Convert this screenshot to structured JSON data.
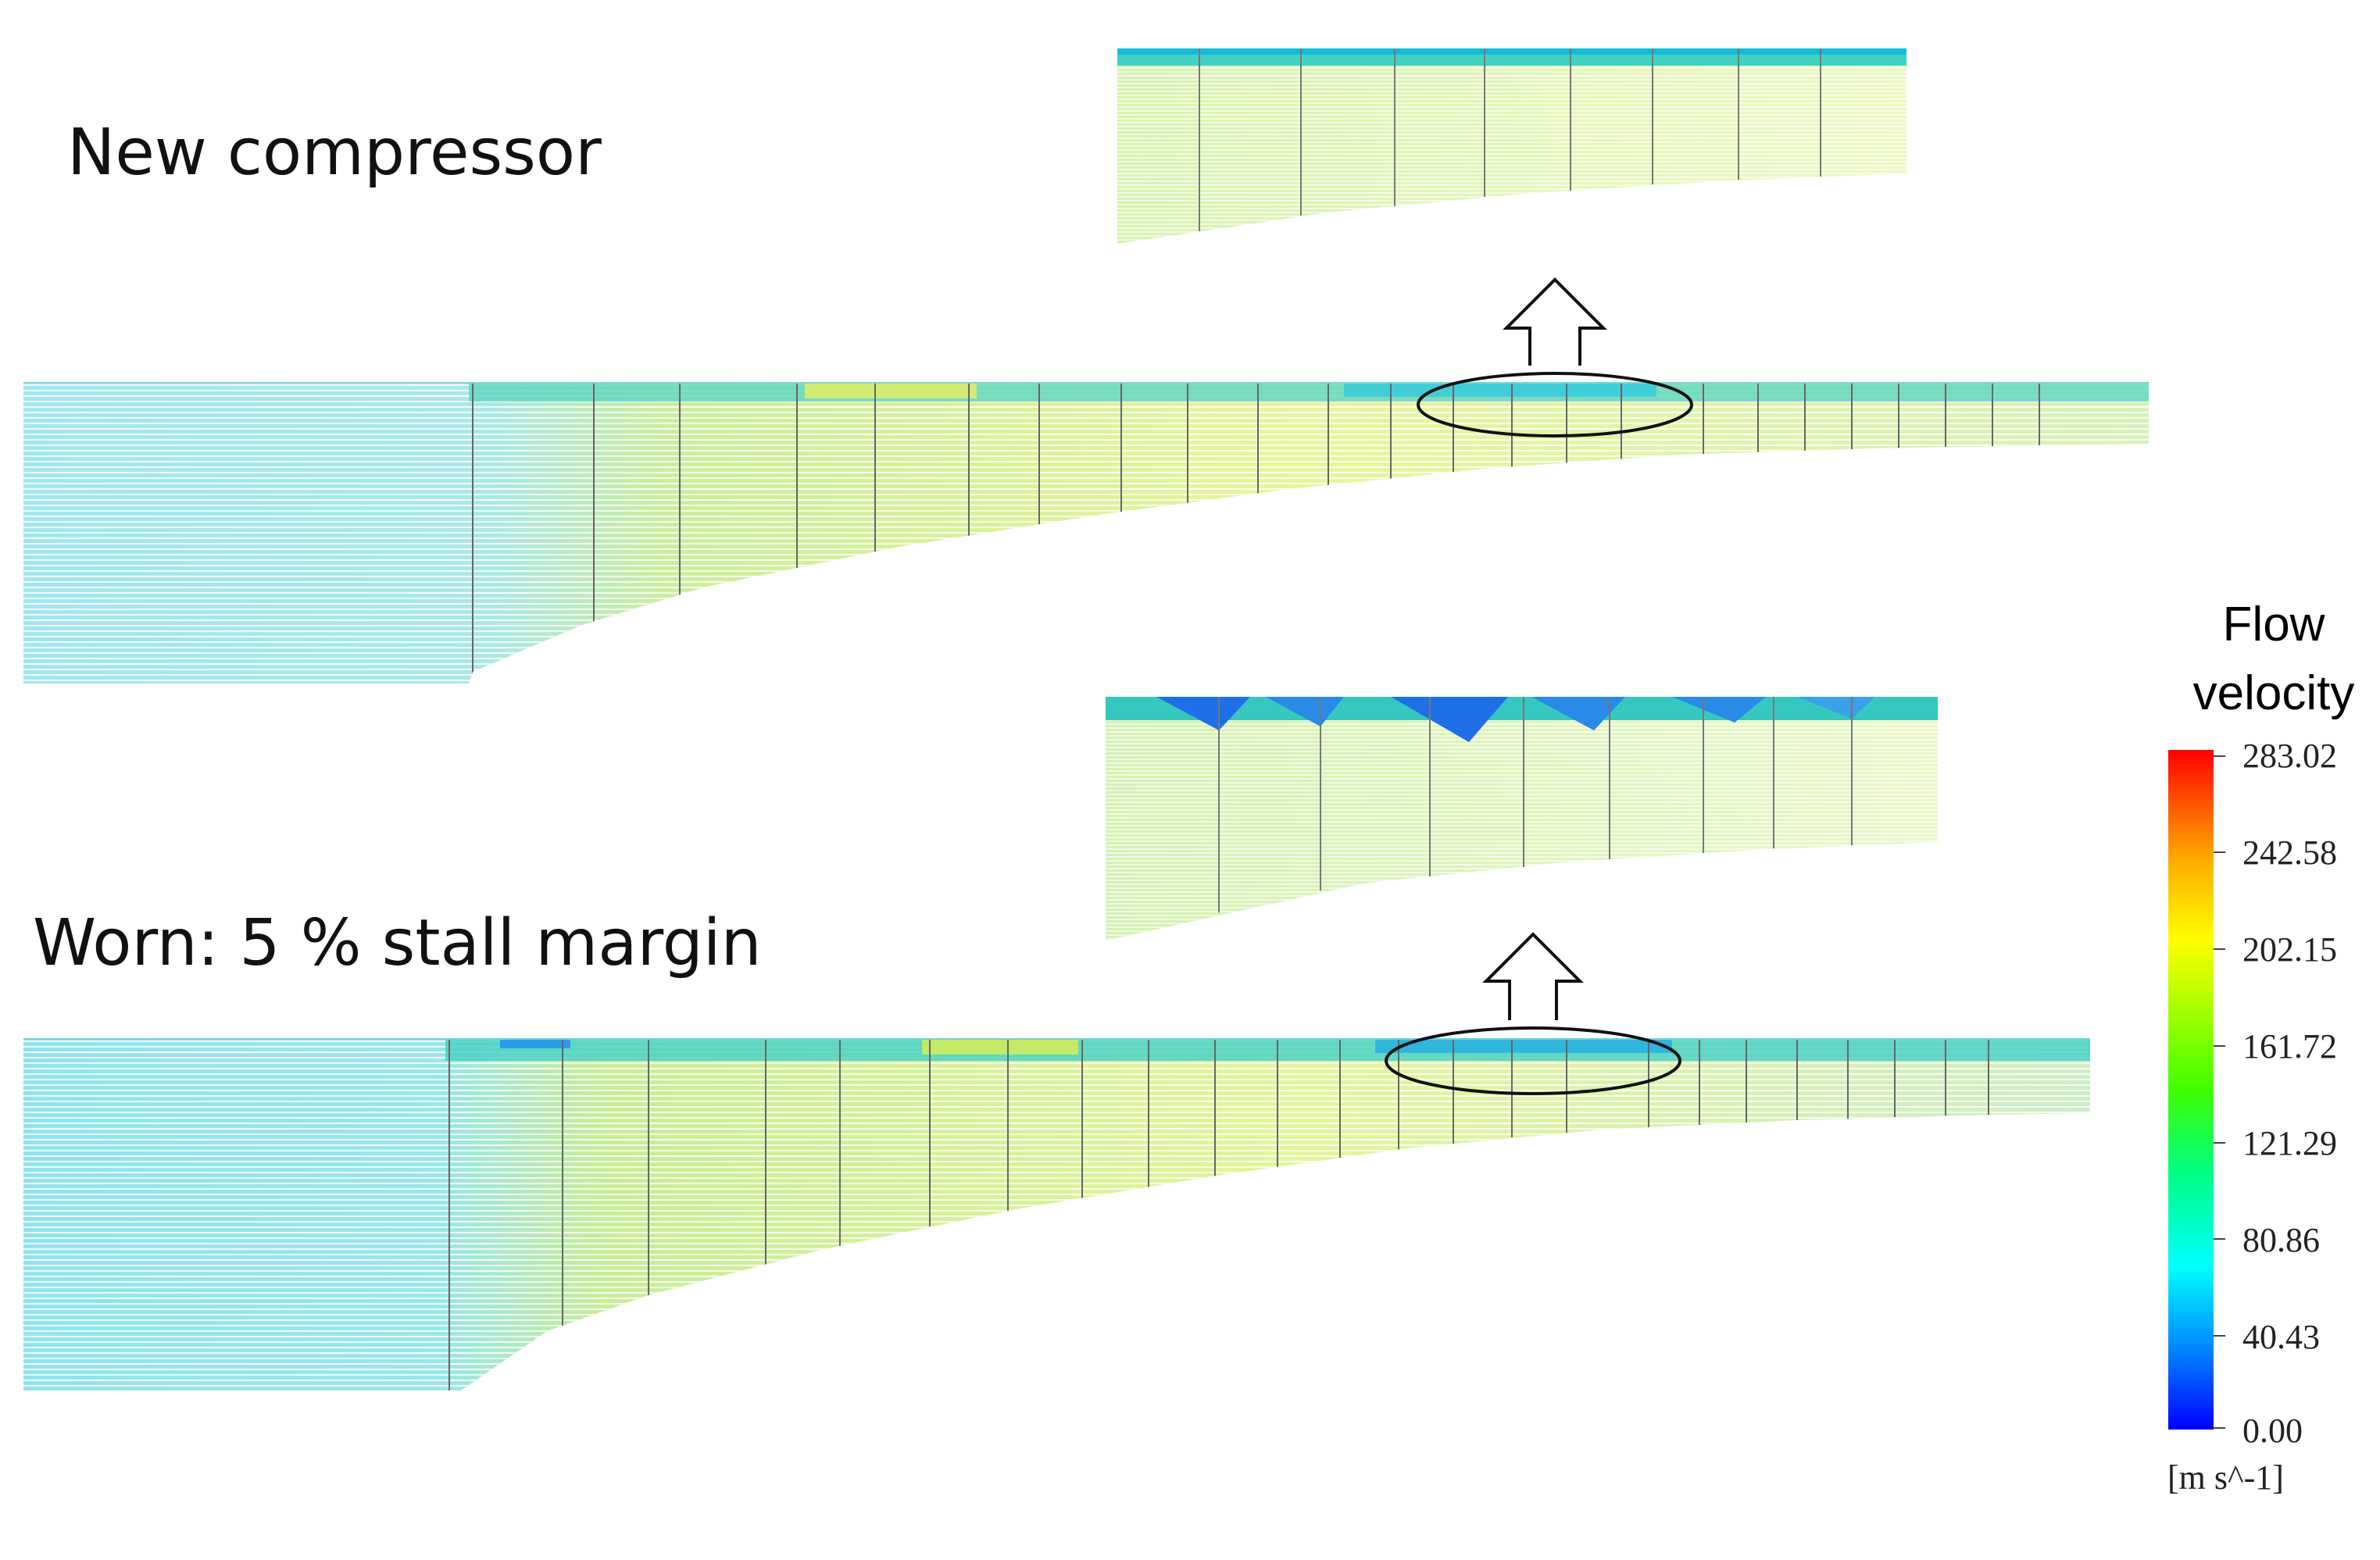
{
  "panels": {
    "new": {
      "label": "New compressor"
    },
    "worn": {
      "label": "Worn:  5 % stall margin"
    }
  },
  "legend": {
    "title_line1": "Flow",
    "title_line2": "velocity",
    "unit": "[m s^-1]",
    "ticks": [
      "283.02",
      "242.58",
      "202.15",
      "161.72",
      "121.29",
      "80.86",
      "40.43",
      "0.00"
    ],
    "colors": [
      "#0000ff",
      "#00aaff",
      "#00ffff",
      "#00ff80",
      "#40ff00",
      "#c0ff00",
      "#ffff00",
      "#ffaa00",
      "#ff4000",
      "#ff0000"
    ]
  }
}
